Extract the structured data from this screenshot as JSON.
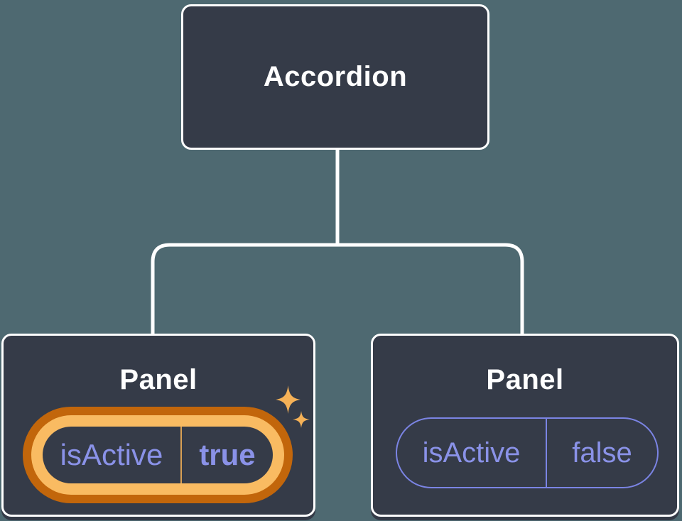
{
  "diagram": {
    "title_hint": "component tree: parent passing state to children",
    "root": {
      "title": "Accordion"
    },
    "children": [
      {
        "title": "Panel",
        "highlighted": true,
        "prop": {
          "name": "isActive",
          "value": "true"
        }
      },
      {
        "title": "Panel",
        "highlighted": false,
        "prop": {
          "name": "isActive",
          "value": "false"
        }
      }
    ]
  },
  "icons": {
    "sparkles": "sparkles-icon"
  },
  "colors": {
    "background": "#4e6971",
    "node_fill": "#353b48",
    "node_border": "#ffffff",
    "node_shadow": "#343a47",
    "connector": "#ffffff",
    "state_text_purple": "#8a92e8",
    "pill_border_purple": "#7b84e4",
    "glow_outer_orange": "#c2660b",
    "glow_inner_orange": "#f9bb62",
    "glow_divider_orange": "#d9a054",
    "sparkle_orange": "#f5b157"
  }
}
